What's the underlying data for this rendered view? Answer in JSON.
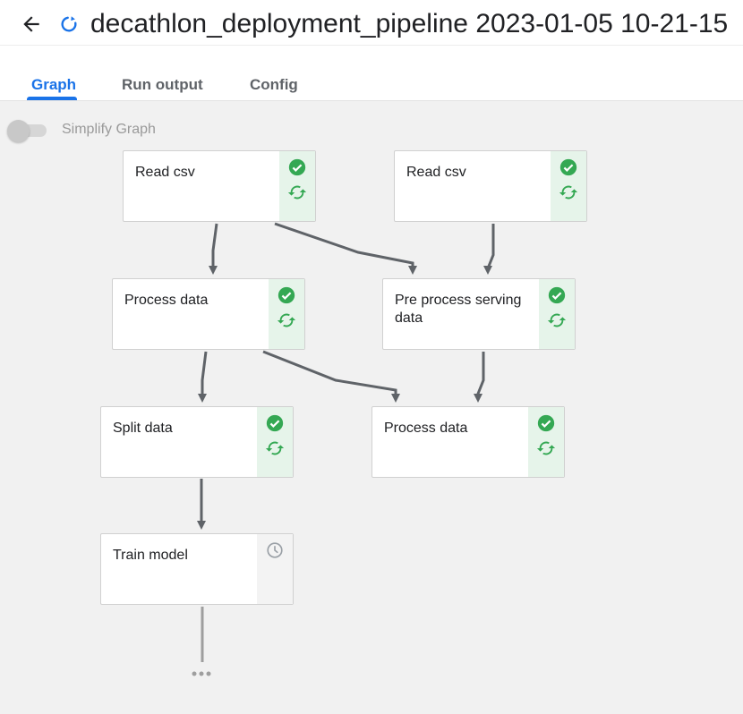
{
  "header": {
    "title": "decathlon_deployment_pipeline 2023-01-05 10-21-15",
    "back_icon": "arrow-left-icon",
    "status_icon": "run-refresh-icon"
  },
  "tabs": [
    {
      "label": "Graph",
      "active": true
    },
    {
      "label": "Run output",
      "active": false
    },
    {
      "label": "Config",
      "active": false
    }
  ],
  "toggle": {
    "label": "Simplify Graph",
    "checked": false
  },
  "nodes": [
    {
      "label": "Read csv",
      "status": "success"
    },
    {
      "label": "Read csv",
      "status": "success"
    },
    {
      "label": "Process data",
      "status": "success"
    },
    {
      "label": "Pre process serving data",
      "status": "success"
    },
    {
      "label": "Split data",
      "status": "success"
    },
    {
      "label": "Process data",
      "status": "success"
    },
    {
      "label": "Train model",
      "status": "pending"
    }
  ],
  "colors": {
    "accent": "#1a73e8",
    "success": "#34a853",
    "success_bg": "#e6f4ea",
    "edge": "#5f6368",
    "pending": "#9aa0a6"
  }
}
